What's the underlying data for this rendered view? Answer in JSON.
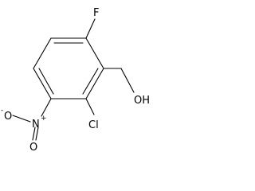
{
  "molecule": {
    "atoms": {
      "fluorine": "F",
      "hydroxyl": "OH",
      "chlorine": "Cl",
      "nitro_nitrogen": "N",
      "nitro_nitrogen_charge": "+",
      "nitro_oxygen_top": "O",
      "nitro_oxygen_bottom": "O",
      "nitro_oxygen_bottom_charge": "-"
    },
    "colors": {
      "ink": "#000000",
      "background": "#ffffff"
    }
  }
}
